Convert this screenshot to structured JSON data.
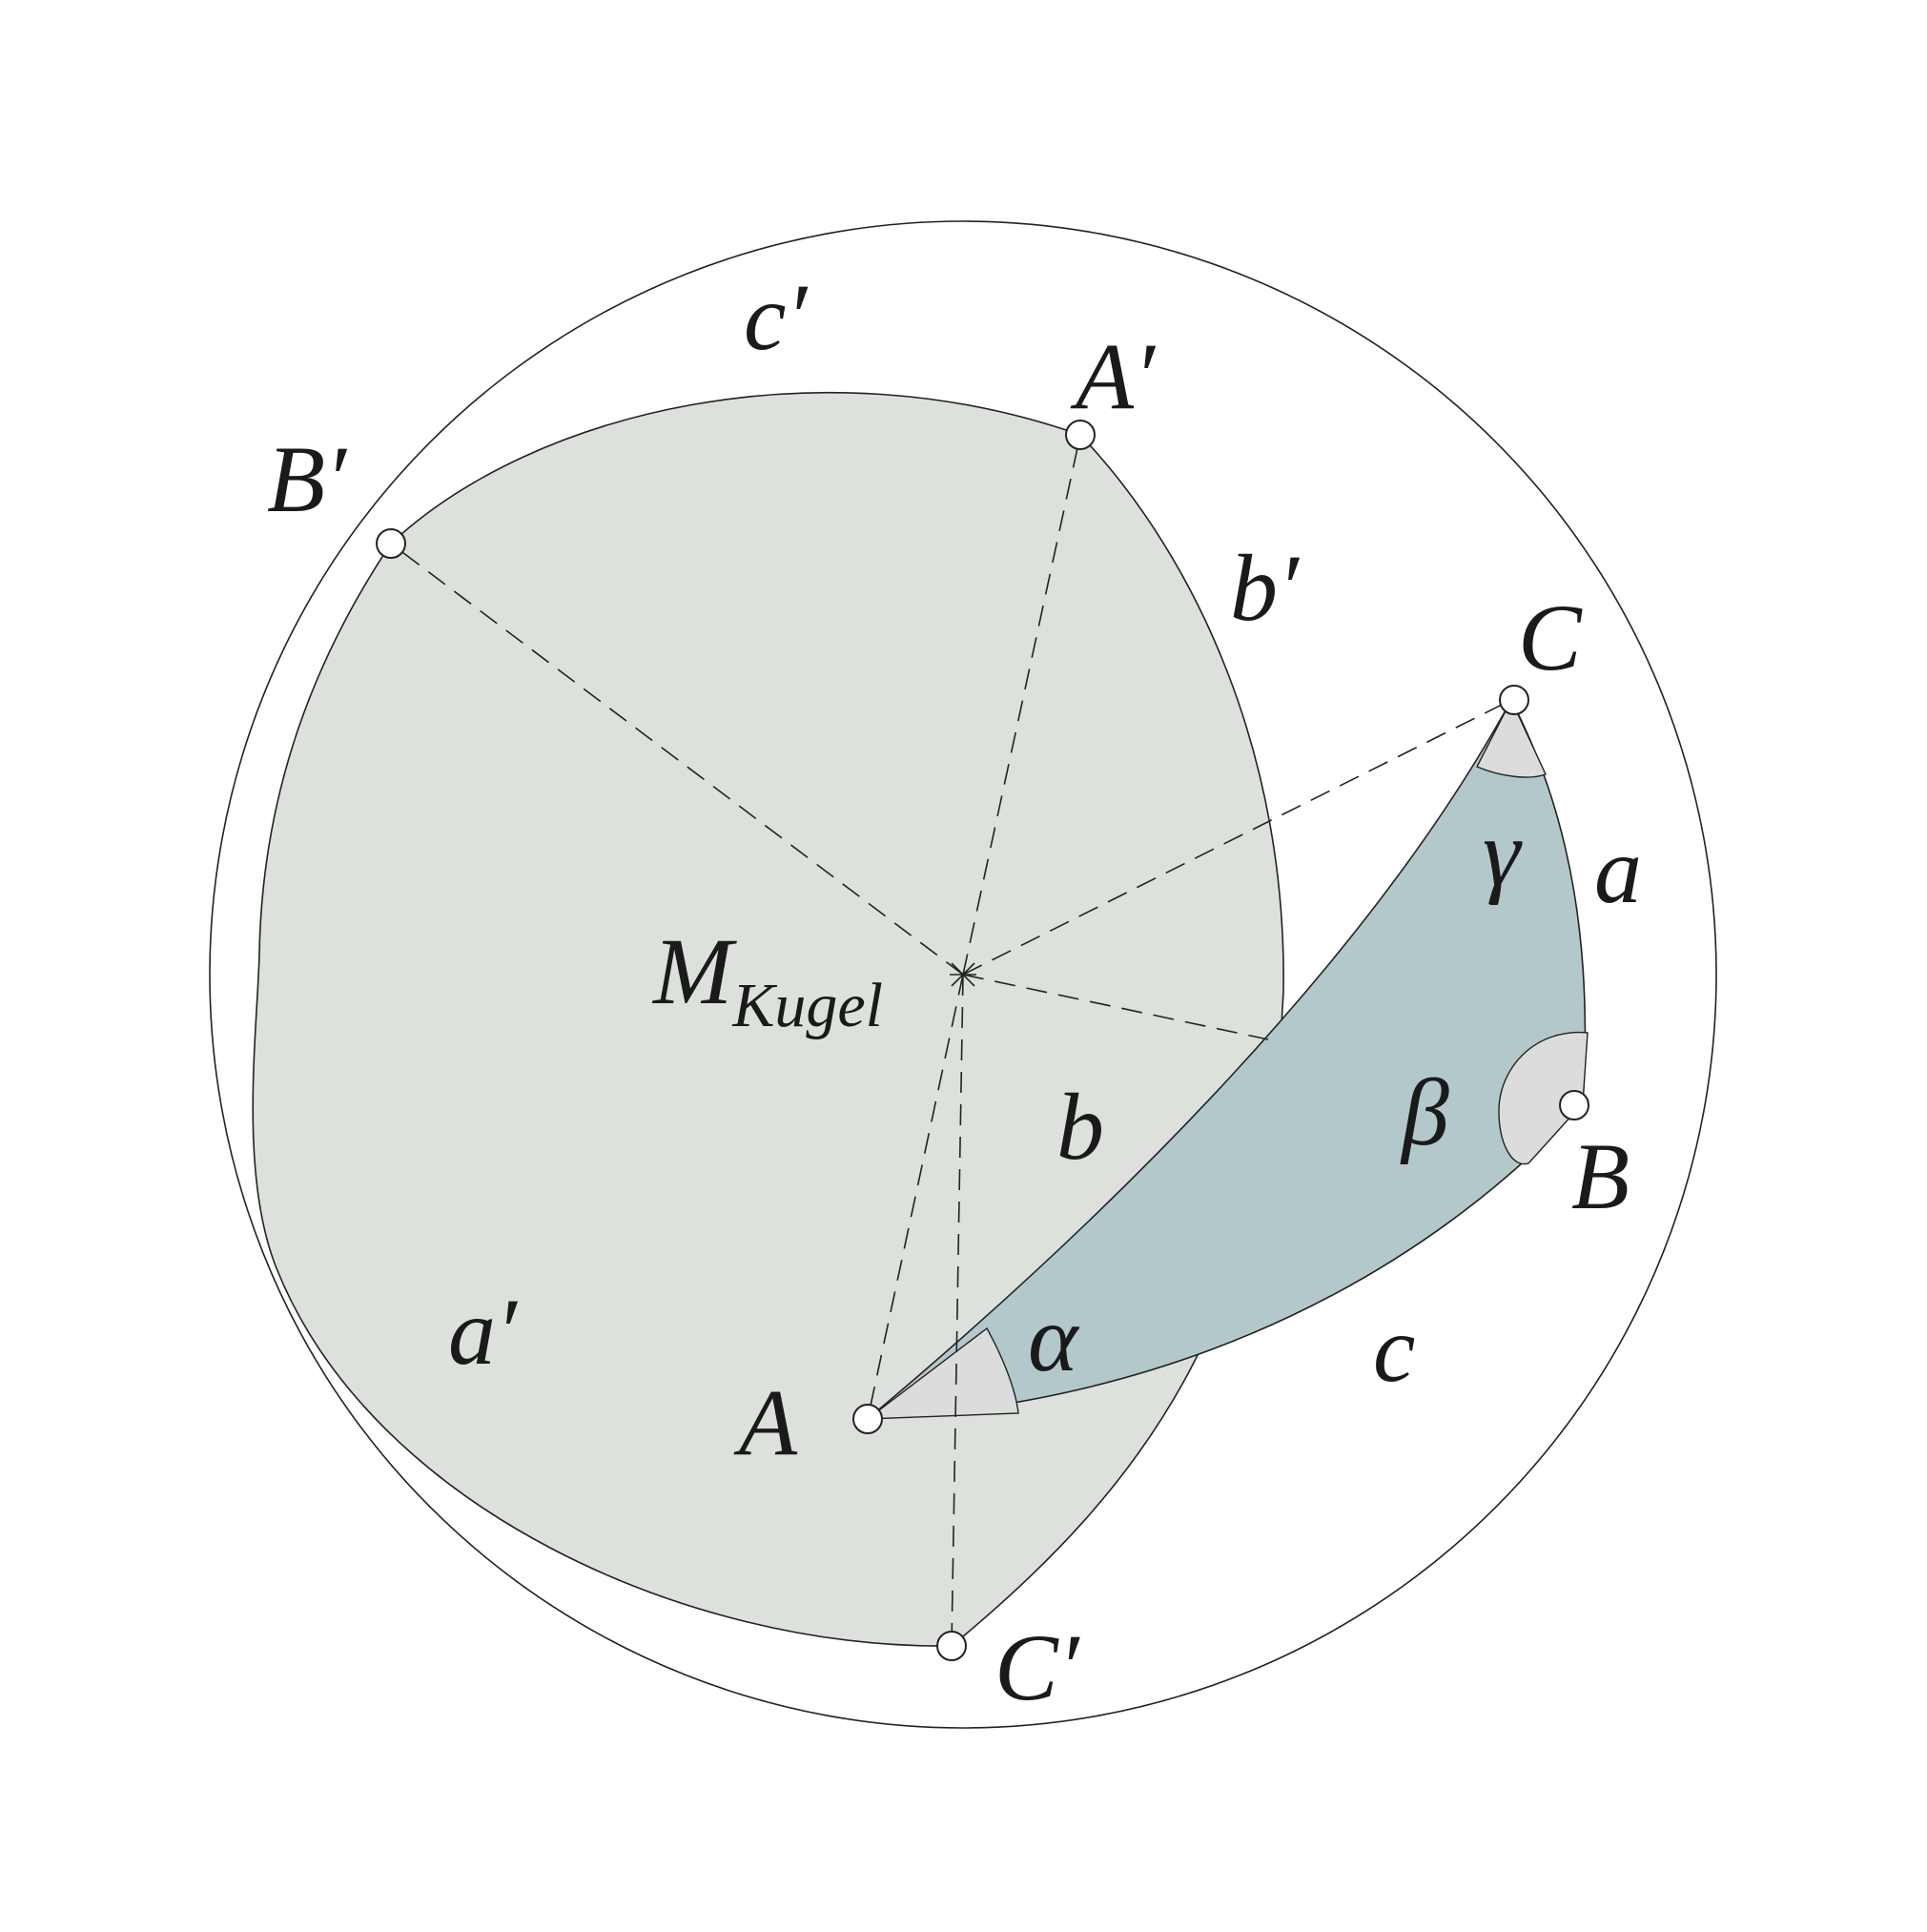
{
  "colors": {
    "background": "#ffffff",
    "polar_triangle_fill": "#dce1db",
    "spherical_triangle_fill": "#b3c8cb",
    "angle_marker_fill": "#dcdcdc",
    "stroke": "#222222"
  },
  "labels": {
    "center_main": "M",
    "center_sub": "Kugel",
    "A": "A",
    "B": "B",
    "C": "C",
    "A_prime": "A′",
    "B_prime": "B′",
    "C_prime": "C′",
    "a": "a",
    "b": "b",
    "c": "c",
    "a_prime": "a′",
    "b_prime": "b′",
    "c_prime": "c′",
    "alpha": "α",
    "beta": "β",
    "gamma": "γ"
  }
}
